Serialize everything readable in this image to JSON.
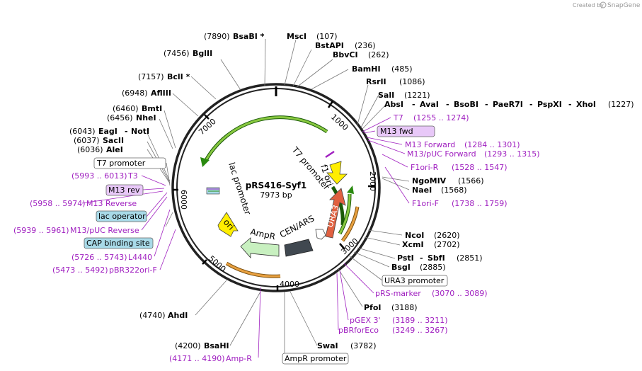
{
  "credit": {
    "prefix": "Created by",
    "brand": "SnapGene"
  },
  "plasmid": {
    "name": "pRS416-Syf1",
    "size": "7973 bp"
  },
  "ticks": [
    "1000",
    "2000",
    "3000",
    "4000",
    "5000",
    "6000",
    "7000"
  ],
  "features": {
    "t7_promoter": "T7 promoter",
    "f1_ori": "f1 ori",
    "ura3": "URA3",
    "cen_ars": "CEN/ARS",
    "ampr": "AmpR",
    "ori": "ori",
    "lac_promoter": "lac promoter"
  },
  "sites": {
    "bsabi": {
      "pos": "(7890)",
      "name": "BsaBI *"
    },
    "msci": {
      "name": "MscI",
      "pos": "(107)"
    },
    "bstapi": {
      "name": "BstAPI",
      "pos": "(236)"
    },
    "bbvci": {
      "name": "BbvCI",
      "pos": "(262)"
    },
    "bglii": {
      "pos": "(7456)",
      "name": "BglII"
    },
    "bamhi": {
      "name": "BamHI",
      "pos": "(485)"
    },
    "rsrii": {
      "name": "RsrII",
      "pos": "(1086)"
    },
    "bcli": {
      "pos": "(7157)",
      "name": "BclI *"
    },
    "sali": {
      "name": "SalI",
      "pos": "(1221)"
    },
    "afliii": {
      "pos": "(6948)",
      "name": "AflIII"
    },
    "mcs": {
      "a": "AbsI",
      "b": "AvaI",
      "c": "BsoBI",
      "d": "PaeR7I",
      "e": "PspXI",
      "f": "XhoI",
      "pos": "(1227)",
      "sep": "-"
    },
    "bmti": {
      "pos": "(6460)",
      "name": "BmtI"
    },
    "nhei": {
      "pos": "(6456)",
      "name": "NheI"
    },
    "eagi": {
      "pos": "(6043)",
      "name": "EagI",
      "name2": "NotI",
      "sep": "-"
    },
    "sacii": {
      "pos": "(6037)",
      "name": "SacII"
    },
    "alei": {
      "pos": "(6036)",
      "name": "AleI"
    },
    "ngomiv": {
      "name": "NgoMIV",
      "pos": "(1566)"
    },
    "naei": {
      "name": "NaeI",
      "pos": "(1568)"
    },
    "ncoi": {
      "name": "NcoI",
      "pos": "(2620)"
    },
    "xcmi": {
      "name": "XcmI",
      "pos": "(2702)"
    },
    "psti": {
      "name": "PstI",
      "name2": "SbfI",
      "pos": "(2851)",
      "sep": "-"
    },
    "bsgi": {
      "name": "BsgI",
      "pos": "(2885)"
    },
    "ahdi": {
      "pos": "(4740)",
      "name": "AhdI"
    },
    "pfoi": {
      "name": "PfoI",
      "pos": "(3188)"
    },
    "bsahi": {
      "pos": "(4200)",
      "name": "BsaHI"
    },
    "swai": {
      "name": "SwaI",
      "pos": "(3782)"
    }
  },
  "primers": {
    "t7": {
      "name": "T7",
      "pos": "(1255 .. 1274)"
    },
    "m13fwd": {
      "name": "M13 fwd"
    },
    "m13forward": {
      "name": "M13 Forward",
      "pos": "(1284 .. 1301)"
    },
    "m13pucf": {
      "name": "M13/pUC Forward",
      "pos": "(1293 .. 1315)"
    },
    "f1orir": {
      "name": "F1ori-R",
      "pos": "(1528 .. 1547)"
    },
    "f1orif": {
      "name": "F1ori-F",
      "pos": "(1738 .. 1759)"
    },
    "t7prom": {
      "name": "T7 promoter"
    },
    "t3": {
      "pos": "(5993 .. 6013)",
      "name": "T3"
    },
    "m13rev": {
      "name": "M13 rev"
    },
    "m13reverse": {
      "pos": "(5958 .. 5974)",
      "name": "M13 Reverse"
    },
    "lacop": {
      "name": "lac operator"
    },
    "m13pucr": {
      "pos": "(5939 .. 5961)",
      "name": "M13/pUC Reverse"
    },
    "cap": {
      "name": "CAP binding site"
    },
    "l4440": {
      "pos": "(5726 .. 5743)",
      "name": "L4440"
    },
    "pbr322": {
      "pos": "(5473 .. 5492)",
      "name": "pBR322ori-F"
    },
    "ura3prom": {
      "name": "URA3 promoter"
    },
    "rsmarker": {
      "name": "pRS-marker",
      "pos": "(3070 .. 3089)"
    },
    "pgex": {
      "name": "pGEX 3'",
      "pos": "(3189 .. 3211)"
    },
    "pbrforeco": {
      "name": "pBRforEco",
      "pos": "(3249 .. 3267)"
    },
    "amprprom": {
      "name": "AmpR promoter"
    },
    "ampr": {
      "pos": "(4171 .. 4190)",
      "name": "Amp-R"
    }
  },
  "colors": {
    "green_arrow": "#2a8a10",
    "ura3": "#e06040",
    "cen_ars": "#404850",
    "ampr": "#c8f0c0",
    "ori": "#ffee00",
    "orange_arc": "#e8a040",
    "primer": "#a020c0",
    "box_purple": "#e8c8f8",
    "box_blue": "#a8dae8"
  }
}
